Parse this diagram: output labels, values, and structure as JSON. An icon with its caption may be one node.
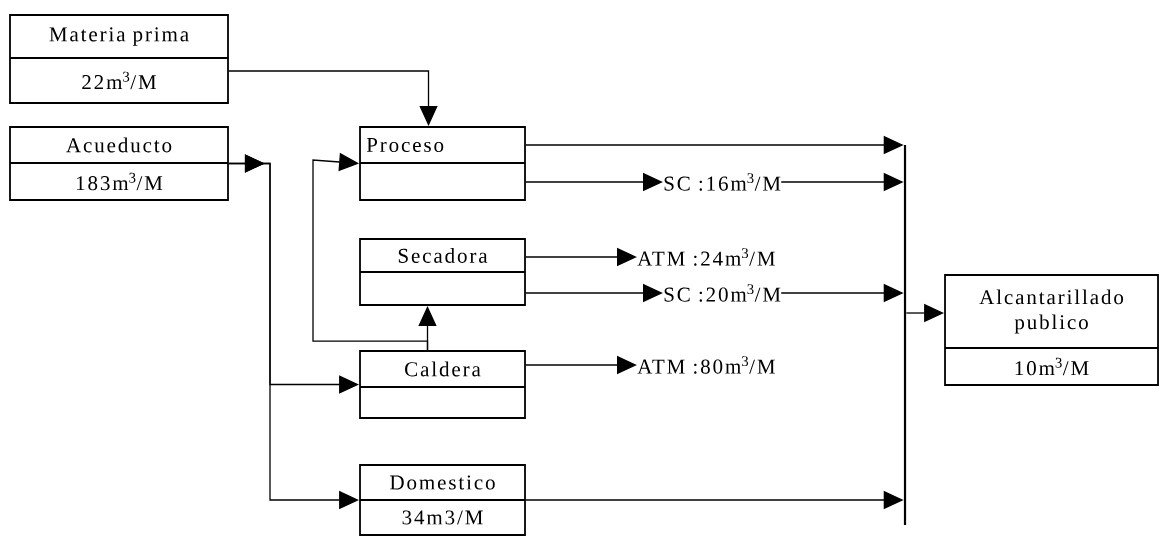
{
  "diagram": {
    "nodes": [
      {
        "text": [
          "Materia prima",
          "22m$^{3}$/M"
        ]
      },
      {
        "text": [
          "Acueducto",
          "183m$^{3}$/M"
        ]
      },
      {
        "text": [
          "Proceso"
        ]
      },
      {
        "text": [
          "Secadora"
        ]
      },
      {
        "text": [
          "Caldera"
        ]
      },
      {
        "text": [
          "Domestico",
          "34m3/M"
        ]
      },
      {
        "text": [
          "Alcantarillado publico",
          "10m$^{3}$/M"
        ]
      },
      {
        "text": [
          "SC :16m$^{3}$/M"
        ]
      },
      {
        "text": [
          "ATM :24m$^{3}$/M"
        ]
      },
      {
        "text": [
          "SC :20m$^{3}$/M"
        ]
      },
      {
        "text": [
          "ATM :80m$^{3}$/M"
        ]
      },
      {
        "text": [],
        "shape": "bar"
      }
    ],
    "edges": [
      {
        "from": 0,
        "to": 2,
        "arrow": "to"
      },
      {
        "from": 1,
        "to": 4,
        "arrow": "to"
      },
      {
        "from": 1,
        "to": 5,
        "arrow": "to"
      },
      {
        "from": 4,
        "to": 3,
        "arrow": "to"
      },
      {
        "from": 4,
        "to": 2,
        "arrow": "to"
      },
      {
        "from": 2,
        "to": 11,
        "arrow": "to"
      },
      {
        "from": 2,
        "to": 7,
        "arrow": "to"
      },
      {
        "from": 7,
        "to": 11,
        "arrow": "to"
      },
      {
        "from": 3,
        "to": 8,
        "arrow": "to"
      },
      {
        "from": 3,
        "to": 9,
        "arrow": "to"
      },
      {
        "from": 9,
        "to": 11,
        "arrow": "to"
      },
      {
        "from": 4,
        "to": 10,
        "arrow": "to"
      },
      {
        "from": 5,
        "to": 11,
        "arrow": "to"
      },
      {
        "from": 11,
        "to": 6,
        "arrow": "to"
      }
    ]
  }
}
